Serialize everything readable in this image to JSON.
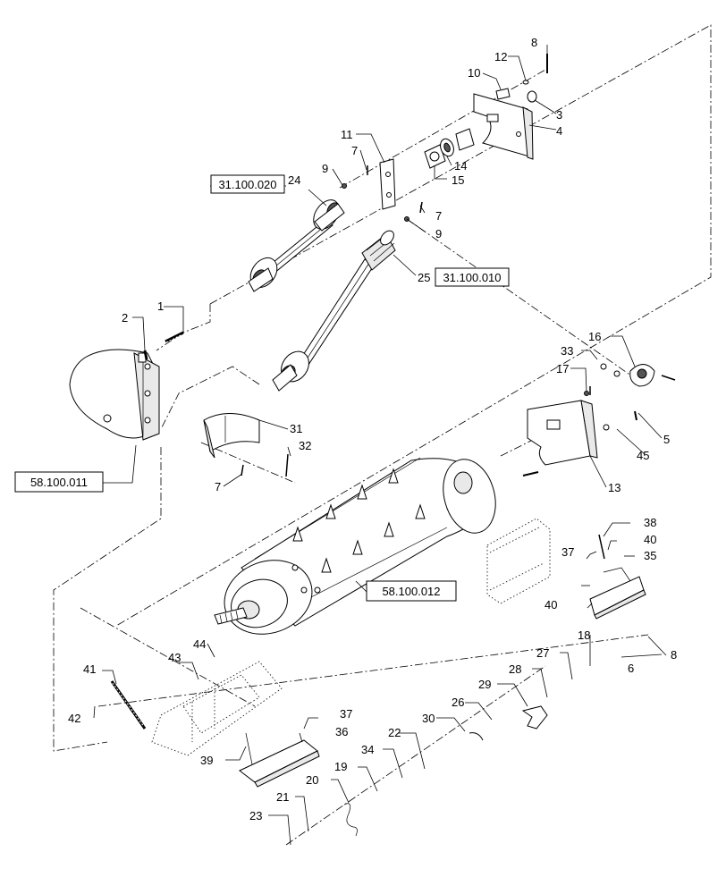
{
  "callouts": {
    "c1": "1",
    "c2": "2",
    "c3": "3",
    "c4": "4",
    "c5": "5",
    "c6": "6",
    "c7a": "7",
    "c7b": "7",
    "c7c": "7",
    "c8a": "8",
    "c8b": "8",
    "c9a": "9",
    "c9b": "9",
    "c10": "10",
    "c11": "11",
    "c12": "12",
    "c13": "13",
    "c14": "14",
    "c15": "15",
    "c16": "16",
    "c17": "17",
    "c18": "18",
    "c19": "19",
    "c20": "20",
    "c21": "21",
    "c22": "22",
    "c23": "23",
    "c24": "24",
    "c25": "25",
    "c26": "26",
    "c27": "27",
    "c28": "28",
    "c29": "29",
    "c30": "30",
    "c31": "31",
    "c32": "32",
    "c33": "33",
    "c34": "34",
    "c35": "35",
    "c36": "36",
    "c37a": "37",
    "c37b": "37",
    "c38": "38",
    "c39": "39",
    "c40a": "40",
    "c40b": "40",
    "c41": "41",
    "c42": "42",
    "c43": "43",
    "c44": "44",
    "c45": "45"
  },
  "references": {
    "r1": "31.100.020",
    "r2": "31.100.010",
    "r3": "58.100.011",
    "r4": "58.100.012"
  }
}
